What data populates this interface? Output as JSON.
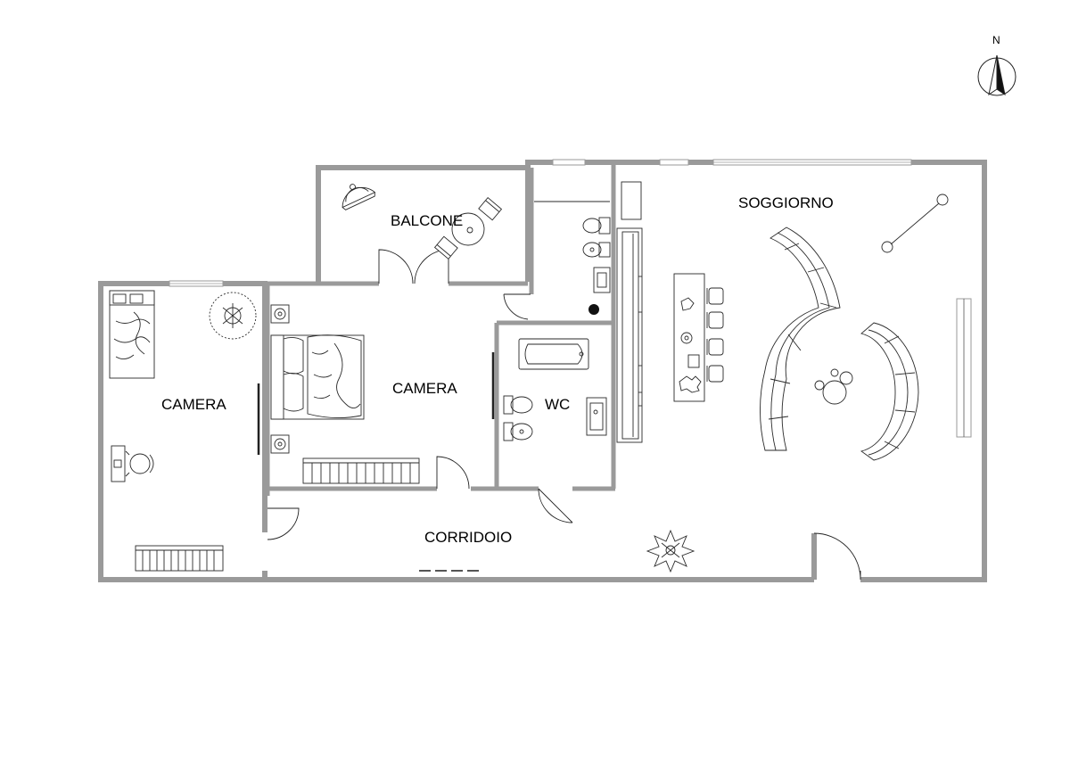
{
  "rooms": {
    "balcone": "BALCONE",
    "soggiorno": "SOGGIORNO",
    "camera_small": "CAMERA",
    "camera_master": "CAMERA",
    "wc": "WC",
    "corridoio": "CORRIDOIO"
  },
  "compass": {
    "label": "N"
  }
}
